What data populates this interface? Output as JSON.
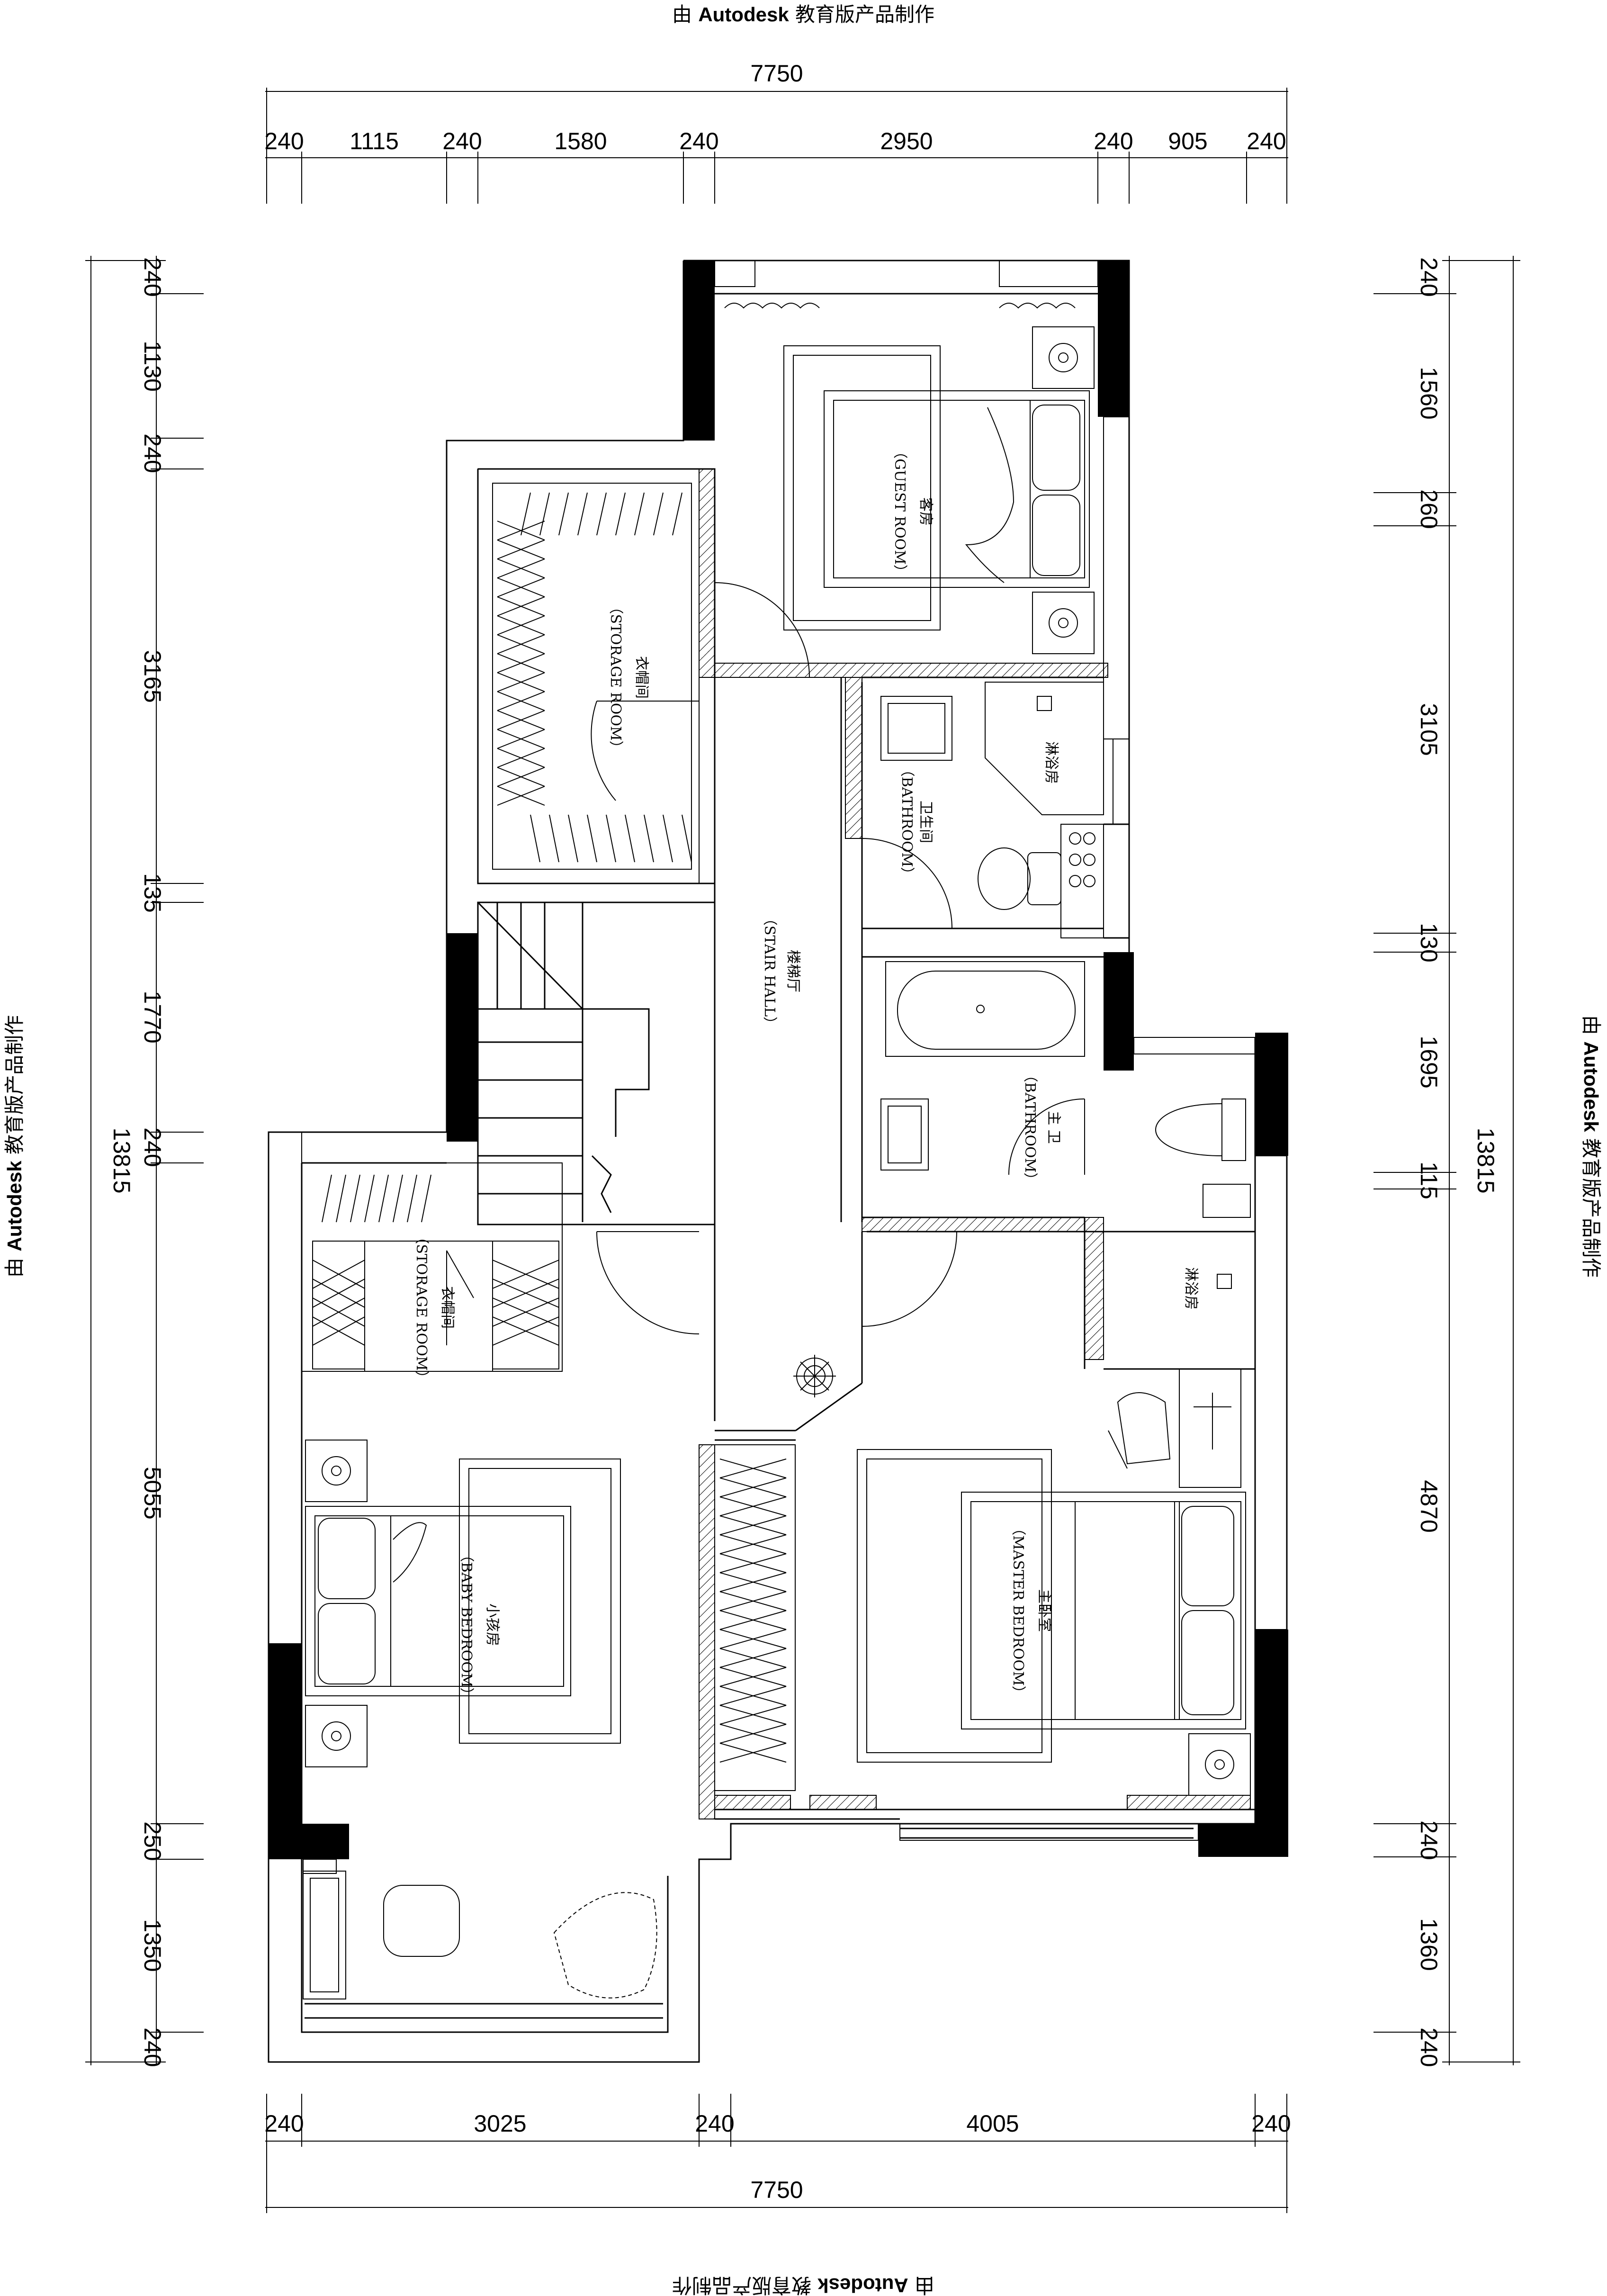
{
  "watermark": {
    "text_prefix": "由",
    "brand": "Autodesk",
    "text_suffix": "教育版产品制作"
  },
  "dimensions": {
    "top_total": "7750",
    "top_segments": [
      "240",
      "1115",
      "240",
      "1580",
      "240",
      "2950",
      "240",
      "905",
      "240"
    ],
    "bottom_total": "7750",
    "bottom_segments": [
      "240",
      "3025",
      "240",
      "4005",
      "240"
    ],
    "left_total": "13815",
    "left_segments": [
      "240",
      "1130",
      "240",
      "3165",
      "135",
      "1770",
      "240",
      "5055",
      "250",
      "1350",
      "240"
    ],
    "right_total": "13815",
    "right_segments": [
      "240",
      "1560",
      "260",
      "3105",
      "130",
      "1695",
      "115",
      "4870",
      "240",
      "1360",
      "240"
    ]
  },
  "rooms": {
    "guest_room": {
      "cn": "客房",
      "en": "（GUEST ROOM）"
    },
    "storage_room_1": {
      "cn": "衣帽间",
      "en": "（STORAGE ROOM）"
    },
    "bathroom_1": {
      "cn": "卫生间",
      "en": "（BATHROOM）"
    },
    "shower_1": "淋浴房",
    "stair_hall": {
      "cn": "楼梯厅",
      "en": "（STAIR HALL）"
    },
    "master_bath": {
      "cn": "主 卫",
      "en": "（BATHROOM）"
    },
    "shower_2": "淋浴房",
    "storage_room_2": {
      "cn": "衣帽间",
      "en": "（STORAGE ROOM）"
    },
    "baby_bedroom": {
      "cn": "小孩房",
      "en": "（BABY BEDROOM）"
    },
    "master_bedroom": {
      "cn": "主卧室",
      "en": "（MASTER BEDROOM）"
    }
  }
}
